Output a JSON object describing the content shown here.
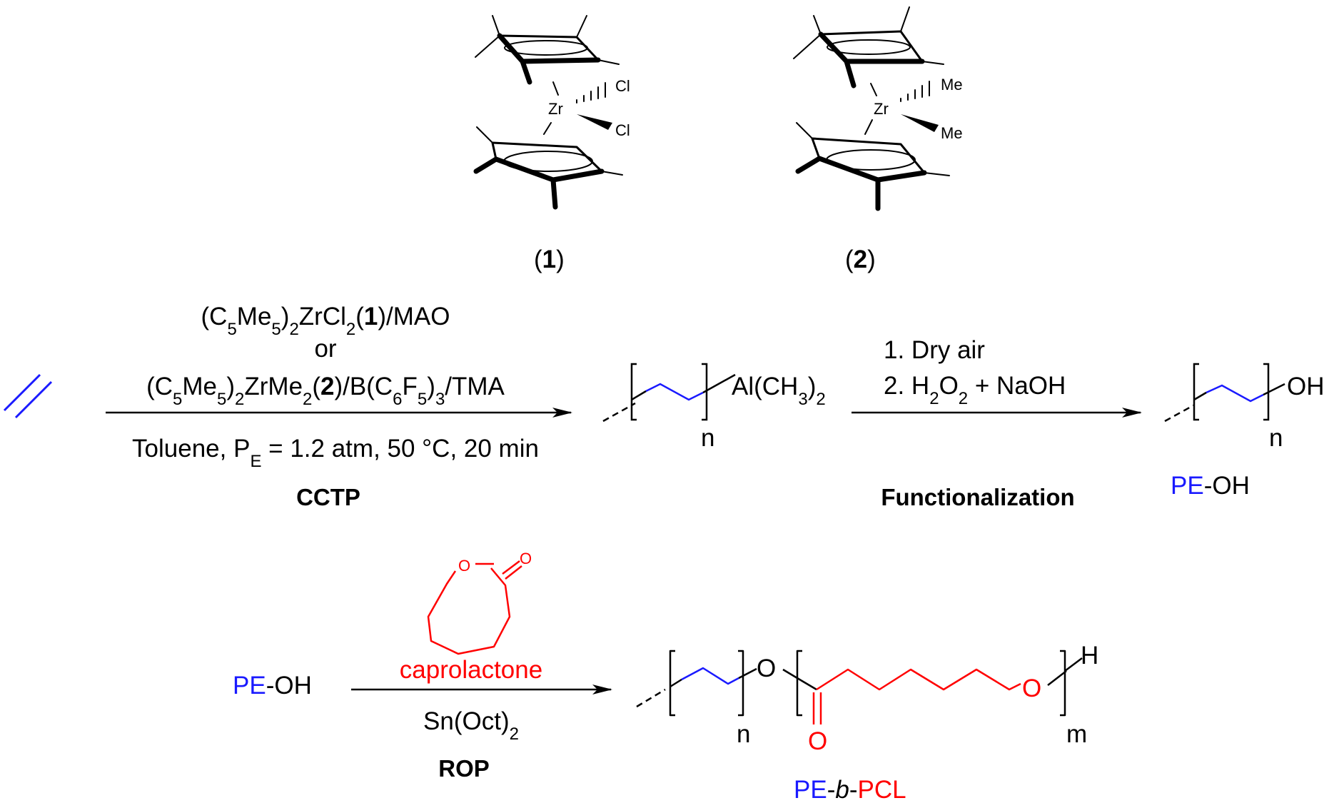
{
  "colors": {
    "pe": "#1a1aff",
    "pcl": "#ff0000",
    "ink": "#000000"
  },
  "compounds": {
    "cat1": {
      "number": "1",
      "ligand_a": "Cl",
      "ligand_b": "Cl",
      "metal": "Zr"
    },
    "cat2": {
      "number": "2",
      "ligand_a": "Me",
      "ligand_b": "Me",
      "metal": "Zr"
    }
  },
  "step1": {
    "reagent_line1": "(C5Me5)2ZrCl2(1)/MAO",
    "reagent_or": "or",
    "reagent_line2": "(C5Me5)2ZrMe2(2)/B(C6F5)3/TMA",
    "conditions": "Toluene, PE = 1.2 atm, 50 °C, 20 min",
    "name": "CCTP"
  },
  "intermediate": {
    "end_group": "Al(CH3)2",
    "repeat": "n"
  },
  "step2": {
    "reagent_line1": "1. Dry air",
    "reagent_line2": "2. H2O2 + NaOH",
    "name": "Functionalization"
  },
  "product1": {
    "end_group": "OH",
    "repeat": "n",
    "label_pe": "PE",
    "label_rest": "-OH"
  },
  "step3": {
    "start_pe": "PE",
    "start_rest": "-OH",
    "monomer": "caprolactone",
    "catalyst": "Sn(Oct)2",
    "name": "ROP",
    "ring_o": "O",
    "ring_co": "O"
  },
  "product2": {
    "repeat_pe": "n",
    "repeat_pcl": "m",
    "link_o": "O",
    "carbonyl_o": "O",
    "chain_o": "O",
    "h_end": "H",
    "label_pe": "PE",
    "label_b": "b",
    "label_pcl": "PCL",
    "label_dash": "-"
  }
}
